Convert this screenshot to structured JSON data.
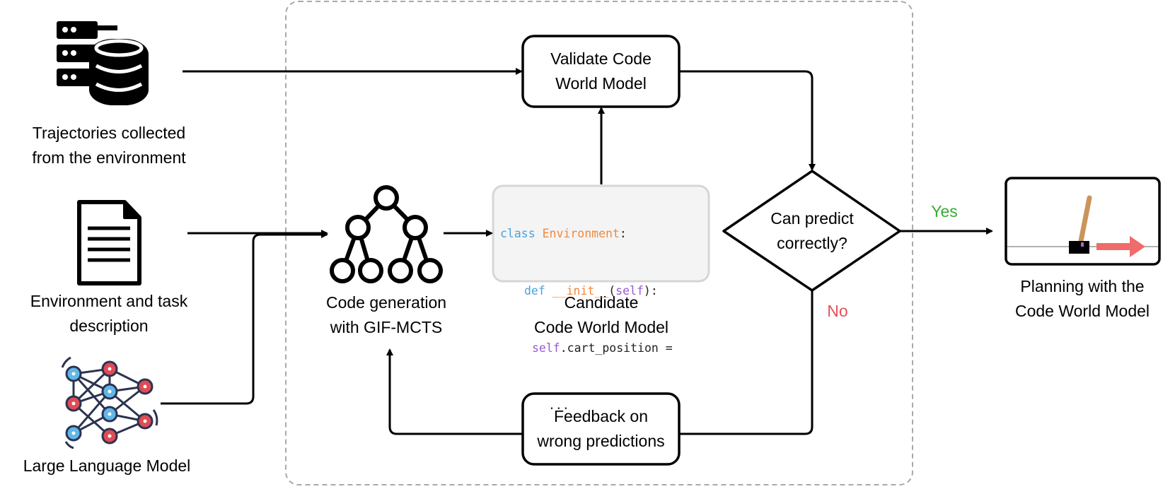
{
  "inputs": {
    "trajectories": {
      "line1": "Trajectories collected",
      "line2": "from the environment",
      "icon": "database-icon"
    },
    "environment": {
      "line1": "Environment and task",
      "line2": "description",
      "icon": "document-icon"
    },
    "llm": {
      "line1": "Large Language Model",
      "icon": "neural-network-icon"
    }
  },
  "nodes": {
    "codegen": {
      "line1": "Code generation",
      "line2": "with GIF-MCTS",
      "icon": "tree-icon"
    },
    "candidate": {
      "line1": "Candidate",
      "line2": "Code World Model",
      "code": {
        "l1_kw": "class",
        "l1_name": "Environment",
        "l1_end": ":",
        "l2_kw": "def",
        "l2_name": "__init__",
        "l2_open": "(",
        "l2_self": "self",
        "l2_end": "):",
        "l3_self": "self",
        "l3_rest": ".cart_position =",
        "l4": "..."
      }
    },
    "validate": {
      "line1": "Validate Code",
      "line2": "World Model"
    },
    "decision": {
      "line1": "Can predict",
      "line2": "correctly?"
    },
    "feedback": {
      "line1": "Feedback on",
      "line2": "wrong predictions"
    },
    "planning": {
      "line1": "Planning with the",
      "line2": "Code World Model",
      "icon": "cartpole-icon"
    }
  },
  "edges": {
    "yes_label": "Yes",
    "no_label": "No"
  },
  "colors": {
    "yes": "#3aaa35",
    "no": "#e8505b",
    "node_red": "#e04b55",
    "node_blue": "#62b6e8",
    "network_edges": "#2b3350",
    "cart_arrow": "#f06b6b",
    "pole": "#c9955a"
  }
}
